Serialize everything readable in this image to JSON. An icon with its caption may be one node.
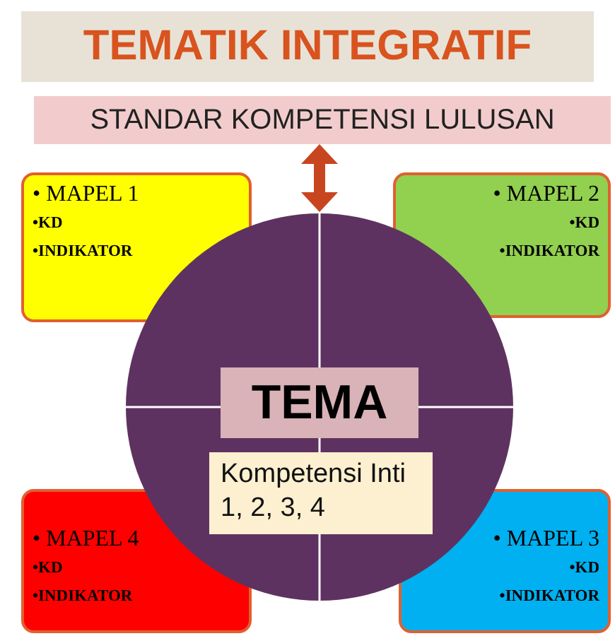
{
  "diagram": {
    "title": "TEMATIK INTEGRATIF",
    "nodes": [
      {
        "text": [
          "STANDAR KOMPETENSI LULUSAN"
        ]
      },
      {
        "text": [],
        "shape": "circle"
      },
      {
        "text": [
          "TEMA"
        ],
        "in": 1
      },
      {
        "text": [
          "Kompetensi Inti 1, 2, 3, 4"
        ],
        "in": 1
      },
      {
        "text": [
          "• MAPEL 1",
          "•KD",
          "•INDIKATOR"
        ]
      },
      {
        "text": [
          "• MAPEL 2",
          "•KD",
          "•INDIKATOR"
        ]
      },
      {
        "text": [
          "• MAPEL 4",
          "•KD",
          "•INDIKATOR"
        ]
      },
      {
        "text": [
          "• MAPEL 3",
          "•KD",
          "•INDIKATOR"
        ]
      }
    ],
    "edges": [
      {
        "from": 0,
        "to": 1,
        "arrow": "both",
        "color": "#c8461f"
      }
    ]
  }
}
